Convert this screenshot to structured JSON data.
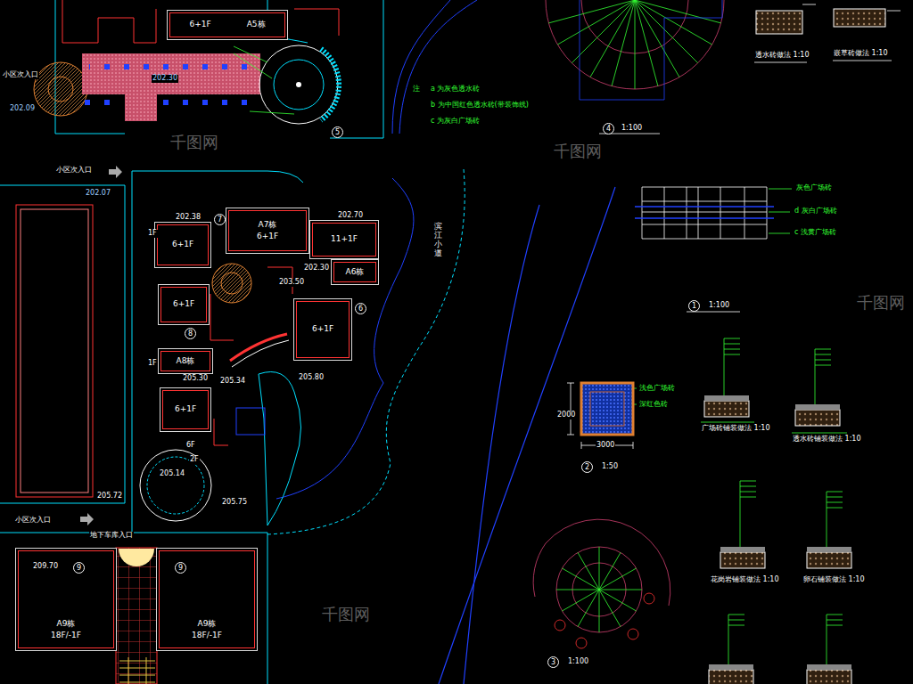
{
  "diagram": {
    "nodes": [
      {
        "text": [
          "6+1F",
          "A5栋"
        ]
      },
      {
        "text": [
          "6+1F"
        ]
      },
      {
        "text": [
          "A7栋",
          "6+1F"
        ]
      },
      {
        "text": [
          "11+1F"
        ]
      },
      {
        "text": [
          "A6栋"
        ]
      },
      {
        "text": [
          "6+1F"
        ]
      },
      {
        "text": [
          "6+1F"
        ]
      },
      {
        "text": [
          "A8栋"
        ]
      },
      {
        "text": [
          "6+1F"
        ]
      },
      {
        "text": [
          "A9栋",
          "18F/-1F"
        ]
      },
      {
        "text": [
          "A9栋",
          "18F/-1F"
        ]
      }
    ],
    "labels": [
      "小区次入口",
      "202.09",
      "202.30",
      "5",
      "注",
      "a 为灰色透水砖",
      "b 为中国红色透水砖(带装饰线)",
      "c 为灰白广场砖",
      "小区次入口",
      "202.07",
      "202.38",
      "7",
      "202.70",
      "202.30",
      "203.50",
      "6",
      "8",
      "1F",
      "1F",
      "205.30",
      "205.34",
      "205.80",
      "6F",
      "2F",
      "205.14",
      "205.72",
      "205.75",
      "小区次入口",
      "地下车库入口",
      "209.70",
      "9",
      "9",
      "滨江小道",
      "4",
      "1:100",
      "灰色广场砖",
      "d 灰白广场砖",
      "c 浅黄广场砖",
      "1",
      "1:100",
      "浅色广场砖",
      "深红色砖",
      "3000",
      "2000",
      "2",
      "1:50",
      "3",
      "1:100",
      "透水砖做法 1:10",
      "嵌草砖做法 1:10",
      "广场砖铺装做法 1:10",
      "透水砖铺装做法 1:10",
      "花岗岩铺装做法 1:10",
      "卵石铺装做法 1:10",
      "千图网",
      "千图网",
      "千图网",
      "千图网"
    ]
  }
}
